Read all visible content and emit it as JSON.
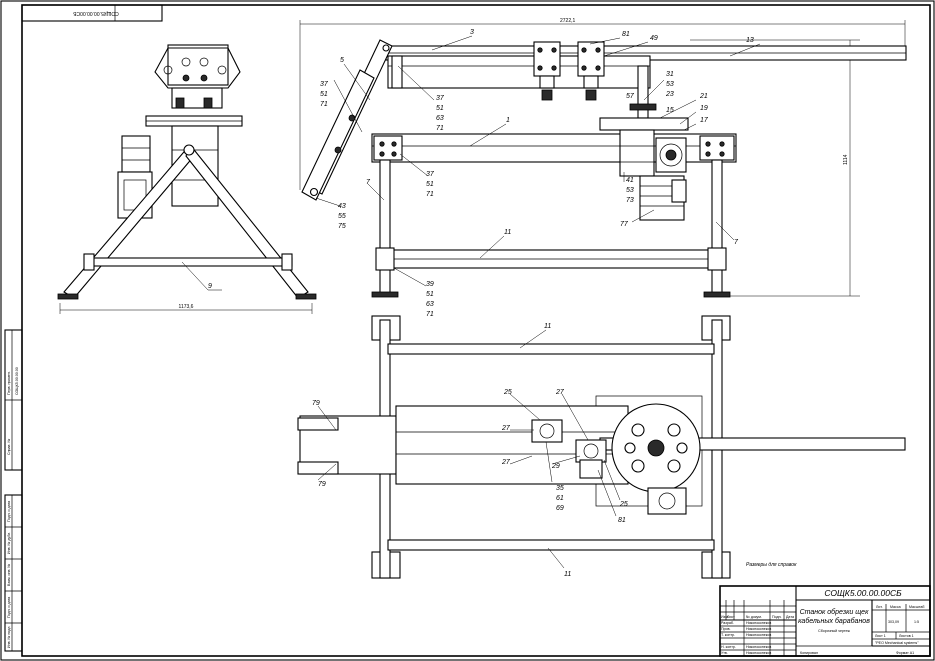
{
  "drawing": {
    "code_main": "СОЩК5.00.00.00СБ",
    "code_top": "СОЩК5.00.00.00СБ",
    "title_line1": "Станок обрезки щек",
    "title_line2": "кабельных барабанов",
    "subtitle": "Сборочный чертеж",
    "company": "\"PEO Mechanical systems\"",
    "scale": "1:5",
    "mass": "303,09",
    "sheet": "Лист 1",
    "sheets": "Листов 1",
    "note": "Размеры для справок",
    "copied": "Копировал",
    "format": "Формат А1"
  },
  "title_headers": {
    "lit": "Лит.",
    "mass": "Масса",
    "scale": "Масштаб",
    "izm": "Изм.",
    "list": "Лист",
    "ndoc": "№ докум.",
    "podp": "Подп.",
    "data": "Дата"
  },
  "title_roles": [
    {
      "role": "Разраб.",
      "name": "Никоноконеков"
    },
    {
      "role": "Пров.",
      "name": "Никоноконеков"
    },
    {
      "role": "Т. контр.",
      "name": "Никоноконеков"
    },
    {
      "role": "Н. контр.",
      "name": "Никоноконеков"
    },
    {
      "role": "Утв.",
      "name": "Никоноконеков"
    }
  ],
  "side_stamps": [
    {
      "label": "Перв. примен.",
      "value": "СОЩК5.00.00.00"
    },
    {
      "label": "Справ. №",
      "value": ""
    },
    {
      "label": "Подп. и дата",
      "value": ""
    },
    {
      "label": "Инв. № дубл.",
      "value": ""
    },
    {
      "label": "Взам. инв. №",
      "value": ""
    },
    {
      "label": "Подп. и дата",
      "value": ""
    },
    {
      "label": "Инв. № подл.",
      "value": ""
    }
  ],
  "dimensions": {
    "overall_length": "2722,1",
    "height": "1114",
    "base_width": "1173,6"
  },
  "callouts": {
    "c3": "3",
    "c81a": "81",
    "c49": "49",
    "c13": "13",
    "c5": "5",
    "c37a": "37",
    "c51a": "51",
    "c71a": "71",
    "c37b": "37",
    "c51b": "51",
    "c63a": "63",
    "c71b": "71",
    "c31": "31",
    "c53a": "53",
    "c23": "23",
    "c57": "57",
    "c15": "15",
    "c21": "21",
    "c19": "19",
    "c17": "17",
    "c1": "1",
    "c37c": "37",
    "c51c": "51",
    "c71c": "71",
    "c7a": "7",
    "c41": "41",
    "c53b": "53",
    "c73": "73",
    "c43": "43",
    "c55": "55",
    "c75": "75",
    "c77": "77",
    "c11a": "11",
    "c7b": "7",
    "c39": "39",
    "c51d": "51",
    "c63b": "63",
    "c71d": "71",
    "c9": "9",
    "c11b": "11",
    "c79a": "79",
    "c79b": "79",
    "c25a": "25",
    "c27a": "27",
    "c27b": "27",
    "c27c": "27",
    "c29": "29",
    "c35": "35",
    "c61": "61",
    "c69": "69",
    "c25b": "25",
    "c81b": "81",
    "c11c": "11"
  }
}
